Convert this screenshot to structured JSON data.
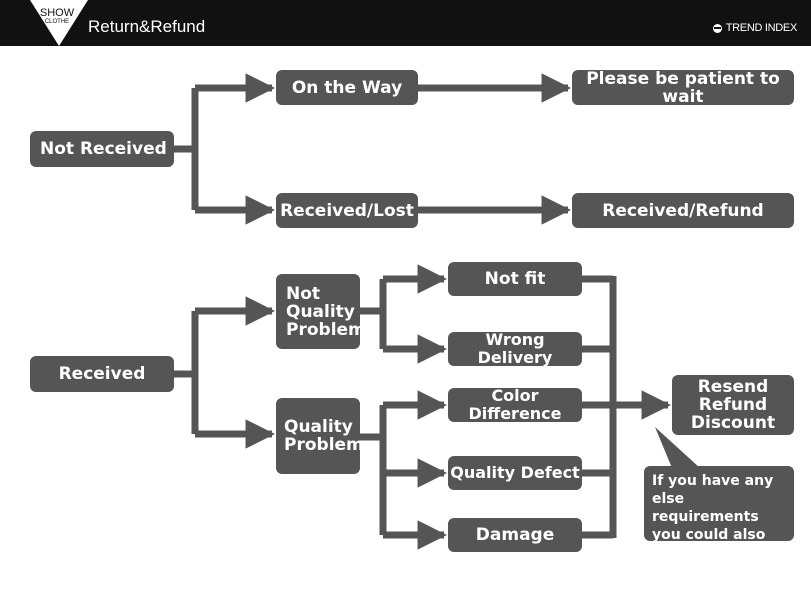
{
  "header": {
    "logo_line1": "SHOW",
    "logo_line2": "CLOTHE",
    "title": "Return&Refund",
    "brand": "TREND INDEX",
    "brand_icon": "circle-logo-icon"
  },
  "colors": {
    "header_bg": "#111111",
    "box_bg": "#555555",
    "text_light": "#ffffff"
  },
  "nodes": {
    "not_received": "Not Received",
    "on_the_way": "On the Way",
    "be_patient": "Please be patient to wait",
    "received_lost": "Received/Lost",
    "received_refund": "Received/Refund",
    "received": "Received",
    "not_quality_problem": "Not Quality Problem",
    "quality_problem": "Quality Problem",
    "not_fit": "Not fit",
    "wrong_delivery": "Wrong Delivery",
    "color_difference": "Color Difference",
    "quality_defect": "Quality Defect",
    "damage": "Damage",
    "resend_refund_discount": "Resend Refund Discount",
    "note": "If you have any else requirements you could also tell us"
  }
}
